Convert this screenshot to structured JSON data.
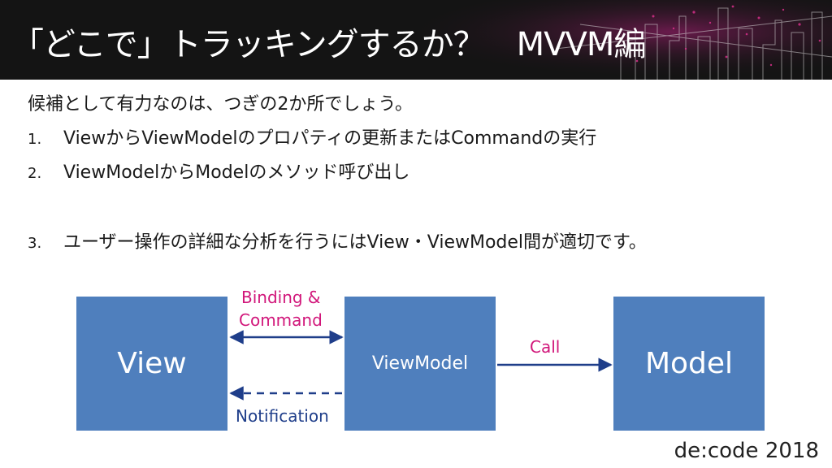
{
  "slide": {
    "title": "「どこで」トラッキングするか？　MVVM編",
    "intro": "候補として有力なのは、つぎの2か所でしょう。",
    "items": [
      {
        "num": "1.",
        "text": "ViewからViewModelのプロパティの更新またはCommandの実行"
      },
      {
        "num": "2.",
        "text": "ViewModelからModelのメソッド呼び出し"
      },
      {
        "num": "3.",
        "text": "ユーザー操作の詳細な分析を行うにはView・ViewModel間が適切です。"
      }
    ]
  },
  "diagram": {
    "view": "View",
    "viewmodel": "ViewModel",
    "model": "Model",
    "binding_line1": "Binding &",
    "binding_line2": "Command",
    "notification": "Notification",
    "call": "Call"
  },
  "footer": "de:code 2018",
  "colors": {
    "box": "#4f7fbd",
    "magenta": "#d1167a",
    "navy": "#1f3e8a",
    "header_bg": "#141414"
  }
}
